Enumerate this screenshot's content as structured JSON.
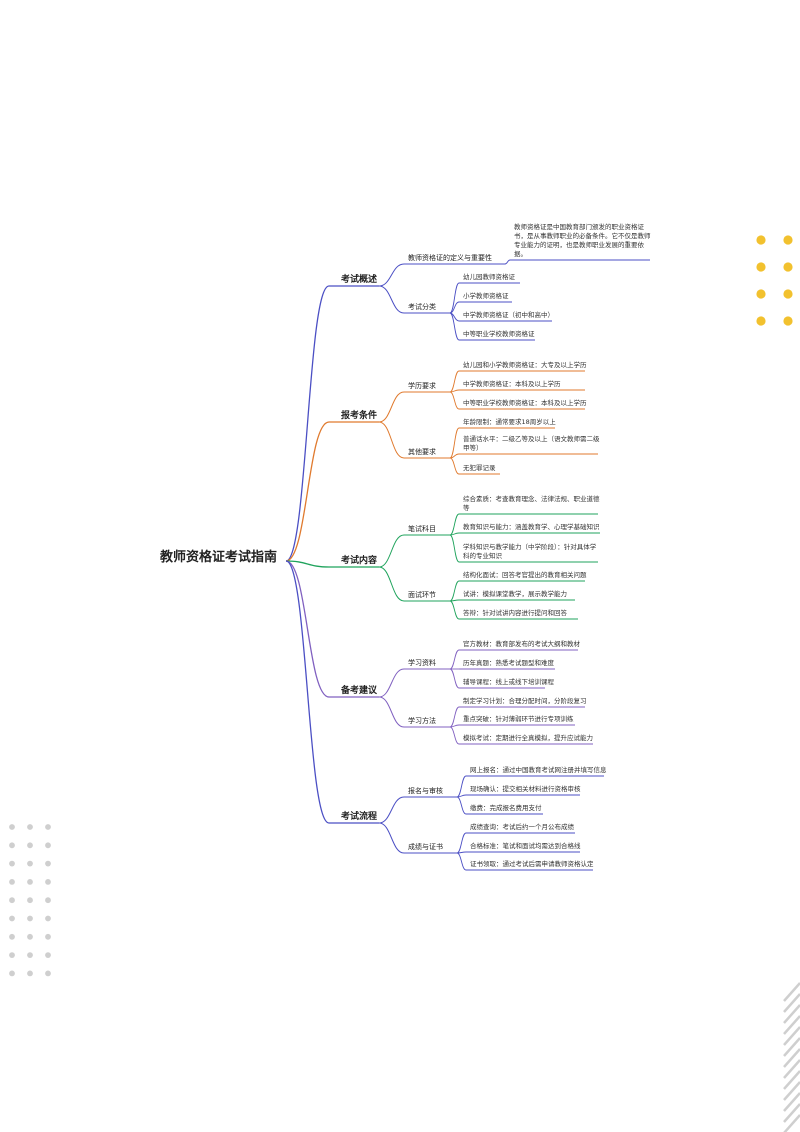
{
  "root": "教师资格证考试指南",
  "colors": {
    "purple": "#4B4FC4",
    "orange": "#E07A2E",
    "green": "#1FA35C",
    "violet": "#8060C0",
    "yellow_dot": "#F2C12E",
    "gray_dot": "#CFCFCF"
  },
  "sections": [
    {
      "label": "考试概述",
      "color": "purple",
      "subs": [
        {
          "label": "教师资格证的定义与重要性",
          "leaves": [
            [
              "教师资格证是中国教育部门颁发的职业资格证",
              "书，是从事教师职业的必备条件。它不仅是教师",
              "专业能力的证明，也是教师职业发展的重要依",
              "据。"
            ]
          ]
        },
        {
          "label": "考试分类",
          "leaves": [
            [
              "幼儿园教师资格证"
            ],
            [
              "小学教师资格证"
            ],
            [
              "中学教师资格证（初中和高中）"
            ],
            [
              "中等职业学校教师资格证"
            ]
          ]
        }
      ]
    },
    {
      "label": "报考条件",
      "color": "orange",
      "subs": [
        {
          "label": "学历要求",
          "leaves": [
            [
              "幼儿园和小学教师资格证：大专及以上学历"
            ],
            [
              "中学教师资格证：本科及以上学历"
            ],
            [
              "中等职业学校教师资格证：本科及以上学历"
            ]
          ]
        },
        {
          "label": "其他要求",
          "leaves": [
            [
              "年龄限制：通常要求18周岁以上"
            ],
            [
              "普通话水平：二级乙等及以上（语文教师需二级",
              "甲等）"
            ],
            [
              "无犯罪记录"
            ]
          ]
        }
      ]
    },
    {
      "label": "考试内容",
      "color": "green",
      "subs": [
        {
          "label": "笔试科目",
          "leaves": [
            [
              "综合素质：考查教育理念、法律法规、职业道德",
              "等"
            ],
            [
              "教育知识与能力：涵盖教育学、心理学基础知识"
            ],
            [
              "学科知识与教学能力（中学阶段）：针对具体学",
              "科的专业知识"
            ]
          ]
        },
        {
          "label": "面试环节",
          "leaves": [
            [
              "结构化面试：回答考官提出的教育相关问题"
            ],
            [
              "试讲：模拟课堂教学，展示教学能力"
            ],
            [
              "答辩：针对试讲内容进行提问和回答"
            ]
          ]
        }
      ]
    },
    {
      "label": "备考建议",
      "color": "violet",
      "subs": [
        {
          "label": "学习资料",
          "leaves": [
            [
              "官方教材：教育部发布的考试大纲和教材"
            ],
            [
              "历年真题：熟悉考试题型和难度"
            ],
            [
              "辅导课程：线上或线下培训课程"
            ]
          ]
        },
        {
          "label": "学习方法",
          "leaves": [
            [
              "制定学习计划：合理分配时间，分阶段复习"
            ],
            [
              "重点突破：针对薄弱环节进行专项训练"
            ],
            [
              "模拟考试：定期进行全真模拟，提升应试能力"
            ]
          ]
        }
      ]
    },
    {
      "label": "考试流程",
      "color": "purple",
      "subs": [
        {
          "label": "报名与审核",
          "leaves": [
            [
              "网上报名：通过中国教育考试网注册并填写信息"
            ],
            [
              "现场确认：提交相关材料进行资格审核"
            ],
            [
              "缴费：完成报名费用支付"
            ]
          ]
        },
        {
          "label": "成绩与证书",
          "leaves": [
            [
              "成绩查询：考试后约一个月公布成绩"
            ],
            [
              "合格标准：笔试和面试均需达到合格线"
            ],
            [
              "证书领取：通过考试后需申请教师资格认定"
            ]
          ]
        }
      ]
    }
  ]
}
